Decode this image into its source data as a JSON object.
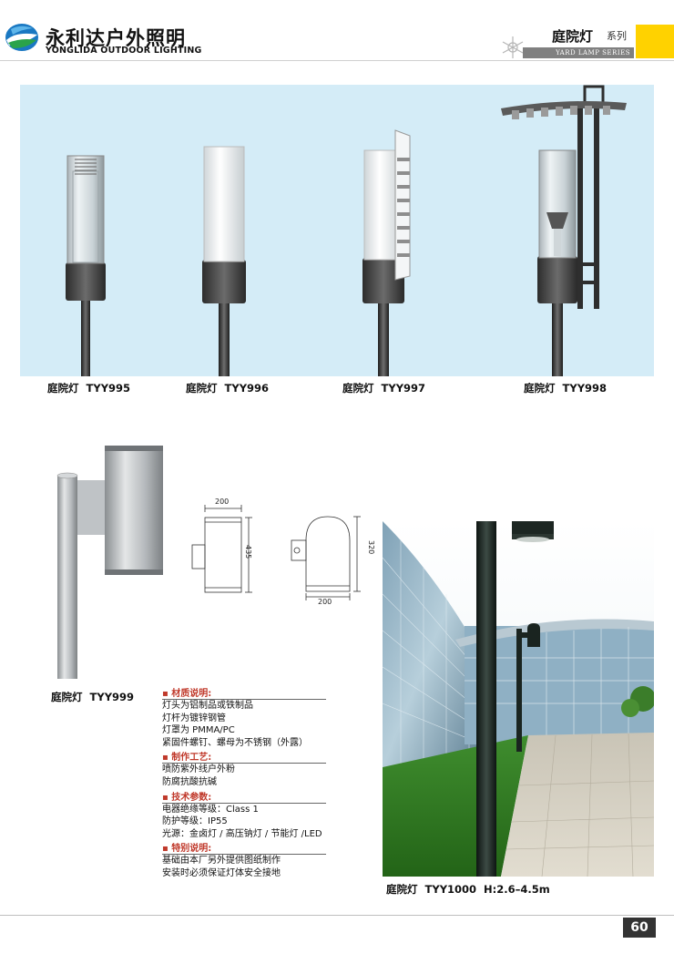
{
  "header": {
    "brand_cn": "永利达户外照明",
    "brand_en": "YONGLIDA OUTDOOR LIGHTING",
    "series_title": "庭院灯",
    "series_suffix": "系列",
    "series_en": "YARD LAMP SERIES",
    "accent_color": "#ffd200"
  },
  "top_products": [
    {
      "label": "庭院灯",
      "model": "TYY995"
    },
    {
      "label": "庭院灯",
      "model": "TYY996"
    },
    {
      "label": "庭院灯",
      "model": "TYY997"
    },
    {
      "label": "庭院灯",
      "model": "TYY998"
    }
  ],
  "product_999": {
    "label": "庭院灯",
    "model": "TYY999"
  },
  "dimensions": {
    "front_width": "200",
    "front_height": "435",
    "side_width": "200",
    "side_height": "320"
  },
  "specs": {
    "material_title": "材质说明:",
    "material": [
      "灯头为铝制品或铁制品",
      "灯杆为镀锌钢管",
      "灯罩为 PMMA/PC",
      "紧固件螺钉、螺母为不锈钢（外露）"
    ],
    "process_title": "制作工艺:",
    "process": [
      "喷防紫外线户外粉",
      "防腐抗酸抗碱"
    ],
    "tech_title": "技术参数:",
    "tech": [
      "电器绝缘等级：Class 1",
      "防护等级：IP55",
      "光源：金卤灯 / 高压钠灯 / 节能灯 /LED"
    ],
    "special_title": "特别说明:",
    "special": [
      "基础由本厂另外提供图纸制作",
      "安装时必须保证灯体安全接地"
    ]
  },
  "product_1000": {
    "label": "庭院灯",
    "model": "TYY1000",
    "height": "H:2.6–4.5m"
  },
  "page_number": "60"
}
